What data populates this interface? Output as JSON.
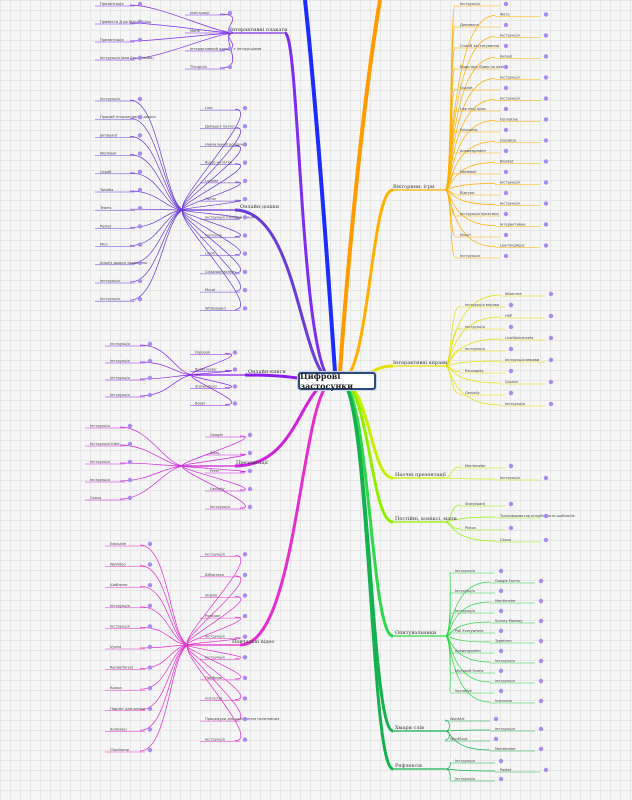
{
  "root": "Цифрові застосунки",
  "colors": {
    "left": [
      "#7d2cf0",
      "#6a3bd8",
      "#8b1cf0",
      "#d020e0",
      "#e62ecf"
    ],
    "right": [
      "#ffb000",
      "#e6e000",
      "#c6f000",
      "#8ef000",
      "#2fd84a",
      "#14b24e"
    ],
    "bubble": "#a98af0"
  },
  "left_topics": [
    {
      "label": "Інтерактивні плакати"
    },
    {
      "label": "Онлайн-дошки"
    },
    {
      "label": "Онлайн-книги"
    },
    {
      "label": "Презентації"
    },
    {
      "label": "Навчальні відео"
    }
  ],
  "right_topics": [
    {
      "label": "Вікторини, ігри"
    },
    {
      "label": "Інтерактивні вправи"
    },
    {
      "label": "Наочні презентації"
    },
    {
      "label": "Постійні, коміксі, мапи"
    },
    {
      "label": "Опитувальники"
    },
    {
      "label": "Хмари слів"
    },
    {
      "label": "Рефлексія"
    }
  ],
  "left_leaves": [
    "Презентація",
    "Ілюстрації",
    "Привести Д до більш кращ",
    "Мапа",
    "Презентація",
    "Інтерактивний плакат з інструкціями",
    "Інструкція (вам Бестолкова)",
    "ThingLink",
    "Інструкція",
    "Lino",
    "Прямий інтерактивної дошки",
    "Домашні Gerver",
    "Jamboard",
    "Навчальний довідник",
    "Wordwall",
    "Відео-нотатки",
    "Скраб",
    "Lucidaf",
    "Twiddla",
    "Лотос",
    "Teams",
    "Інструкція Ознайомлення",
    "Padlet",
    "Formulati",
    "Miro",
    "Linoit",
    "Аналіз дошки зіставлень",
    "Classroomscreen",
    "Інструкція",
    "Mural",
    "Інструкція",
    "Whiteboard",
    "Інструкція",
    "Flipbook",
    "Інструкція",
    "Bookcreator",
    "Інструкція",
    "Storyjumper",
    "Інструкція",
    "Bookr",
    "Інструкція",
    "Google",
    "Інструкція Офіс",
    "Sway",
    "Інструкція",
    "Prezi",
    "Інструкція",
    "Genially",
    "Canva",
    "Інструкція",
    "Edpuzzle",
    "Інструкція",
    "WeVideo",
    "Біблотека",
    "Шаблони",
    "Vidello",
    "Інструкція",
    "Powtoon",
    "Інструкція",
    "Інструкція",
    "Vyond",
    "Інструкція",
    "Renderforest",
    "Посібник",
    "Кроки",
    "Instructor",
    "Падлет для освіти",
    "Процедури для освітлення позитивних",
    "Animaker",
    "Інструкція",
    "Clipchamp"
  ],
  "right_leaves": [
    "Інструкція",
    "Фото",
    "Допомога",
    "Інструкція",
    "Спосіб застосування",
    "Kahoot",
    "Види про Лідер на екрі",
    "Інструкція",
    "Quizlet",
    "Інструкція",
    "Learning Apps",
    "Formative",
    "Educandy",
    "Quizalize",
    "Answergarden",
    "Blooket",
    "Wordwall",
    "Інструкція",
    "Відгуки",
    "Інструкція",
    "Інструкція практики",
    "Інтерактивна",
    "Кахут",
    "LearningApps",
    "Інструкція",
    "Wizer.me",
    "Інструкція вправи",
    "H5P",
    "Інструкція",
    "LiveWorksheets",
    "Інструкція",
    "Інструкція вправи",
    "Educaplay",
    "Quizizz",
    "Genially",
    "Інструкція",
    "Mentimeter",
    "Інструкція",
    "Storyboard",
    "Трансформатор онлайн фото-шаблонів",
    "Pixton",
    "Canva",
    "Інструкція",
    "Google Forms",
    "Інструкція",
    "Mentimeter",
    "Інструкція",
    "Survey Monkey",
    "Poll Everywhere",
    "Typeform",
    "Answergarden",
    "Інструкція",
    "Microsoft Forms",
    "Інструкція",
    "Socrative",
    "Instructor",
    "WordArt",
    "Інструкція",
    "Worditout",
    "Mentimeter",
    "Інструкція",
    "Padlet",
    "Інструкція"
  ]
}
